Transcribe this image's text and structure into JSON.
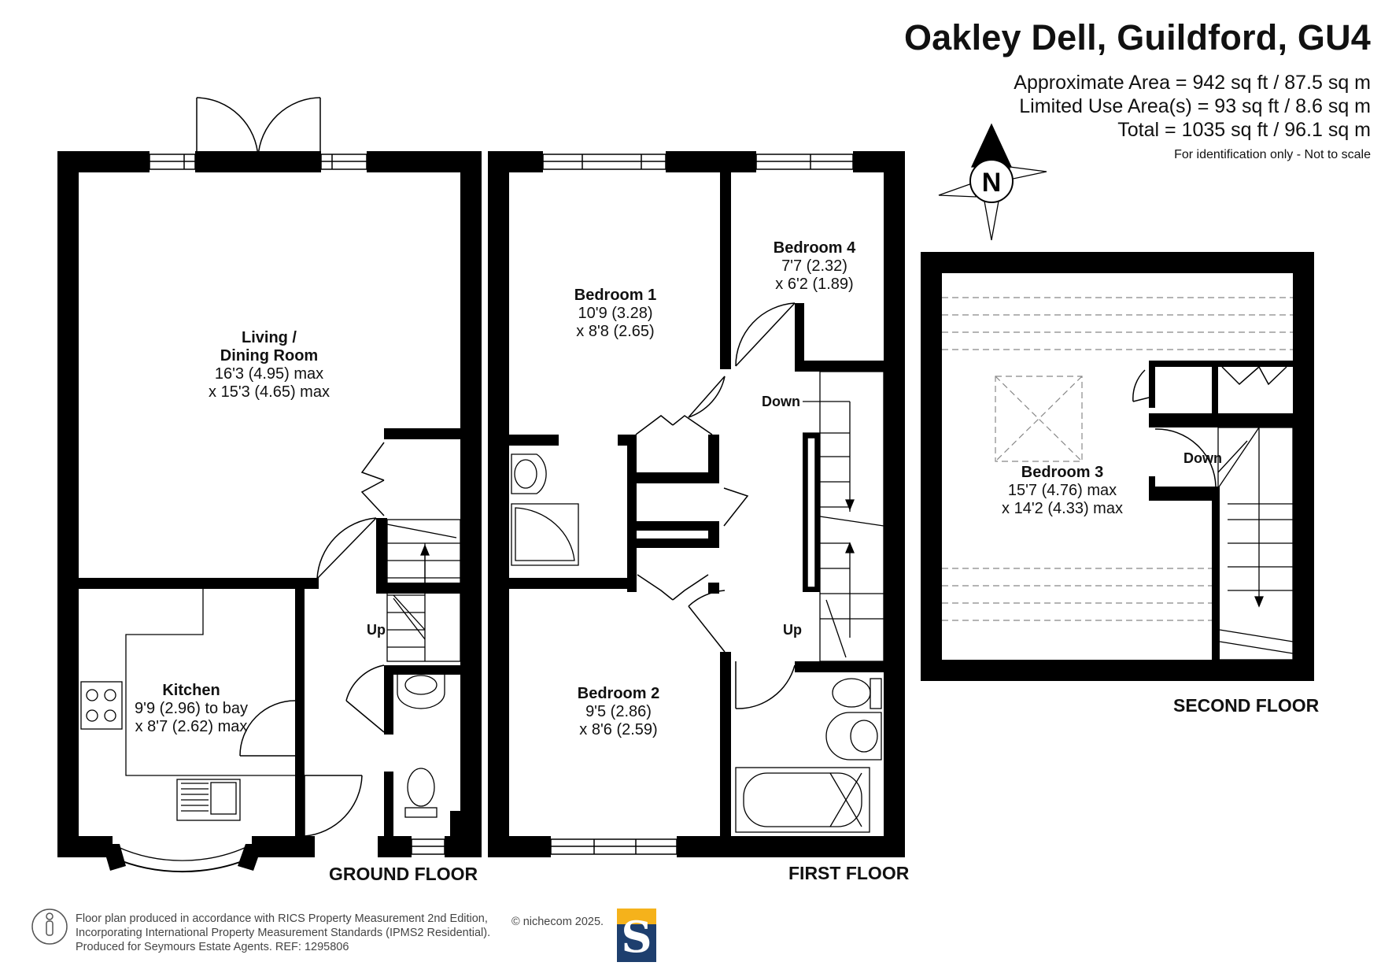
{
  "header": {
    "title": "Oakley Dell, Guildford, GU4",
    "approx_area": "Approximate Area = 942 sq ft / 87.5 sq m",
    "limited_area": "Limited Use Area(s) = 93 sq ft / 8.6 sq m",
    "total_area": "Total = 1035 sq ft / 96.1 sq m",
    "disclaimer": "For identification only - Not to scale"
  },
  "compass": {
    "letter": "N"
  },
  "rooms": {
    "living": {
      "name1": "Living /",
      "name2": "Dining Room",
      "dim1": "16'3 (4.95) max",
      "dim2": "x 15'3 (4.65) max"
    },
    "kitchen": {
      "name": "Kitchen",
      "dim1": "9'9 (2.96) to bay",
      "dim2": "x 8'7 (2.62) max"
    },
    "bedroom1": {
      "name": "Bedroom 1",
      "dim1": "10'9 (3.28)",
      "dim2": "x 8'8 (2.65)"
    },
    "bedroom2": {
      "name": "Bedroom 2",
      "dim1": "9'5 (2.86)",
      "dim2": "x 8'6 (2.59)"
    },
    "bedroom4": {
      "name": "Bedroom 4",
      "dim1": "7'7 (2.32)",
      "dim2": "x 6'2 (1.89)"
    },
    "bedroom3": {
      "name": "Bedroom 3",
      "dim1": "15'7 (4.76) max",
      "dim2": "x 14'2 (4.33) max"
    }
  },
  "stairs": {
    "ground_up": "Up",
    "first_down": "Down",
    "first_up": "Up",
    "second_down": "Down"
  },
  "floors": {
    "ground": "GROUND FLOOR",
    "first": "FIRST FLOOR",
    "second": "SECOND FLOOR"
  },
  "footer": {
    "line1": "Floor plan produced in accordance with RICS Property Measurement 2nd Edition,",
    "line2": "Incorporating International Property Measurement Standards (IPMS2 Residential).",
    "line3": "Produced for Seymours Estate Agents.   REF: 1295806",
    "brand": "© nichecom 2025.",
    "logo_letter": "S"
  },
  "colors": {
    "wall": "#000000",
    "logo_gold": "#f5b21b",
    "logo_navy": "#1e3f6e"
  }
}
